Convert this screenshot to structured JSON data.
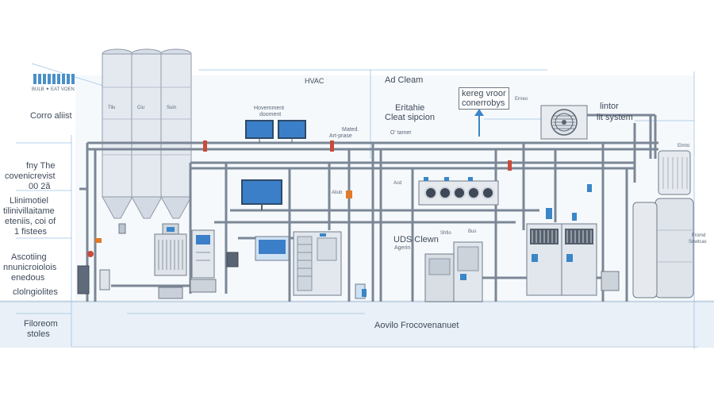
{
  "legend_logo": {
    "caption": "BULB ✦ EAT VOEN",
    "bar_color": "#4a90c8"
  },
  "left_labels": {
    "core": "Corro aliist",
    "fny_line1": "fny The",
    "fny_line2": "covenicrevist",
    "fny_line3": "00 2ã",
    "lini_line1": "Llinimotiel",
    "lini_line2": "tilinivillaitame",
    "lini_line3": "eteniis, coi of",
    "lini_line4": "1 fistees",
    "asc_line1": "Ascotiing",
    "asc_line2": "nnunicroiolois",
    "asc_line3": "enedous",
    "clo": "clolngiolites",
    "fil_line1": "Filoreom",
    "fil_line2": "stoles"
  },
  "silo_tags": [
    "Tilu",
    "Ciu",
    "Suin"
  ],
  "top_labels": {
    "hvac": "HVAC",
    "ad_clean": "Ad Cleam",
    "eritahie": "Eritahie",
    "cleat_sipcion": "Cleat sipcion",
    "kereg_line1": "kereg vroor",
    "kereg_line2": "conerrobys",
    "lintor": "lintor",
    "lit_system": "lit system",
    "hovernment_line1": "Hovernment",
    "hovernment_line2": "dooment",
    "mated": "Mated.",
    "art_prase": "Art-prase",
    "o_tamer": "O' tamer",
    "kerry_tag": "Erneo",
    "right_tag": "Elmto"
  },
  "mid_labels": {
    "uds_clean": "UDS Clewn",
    "uds_sub": "Agerin",
    "shift_tag": "Shfio",
    "acd": "Acd",
    "bus_tag": "Bus",
    "alu_tag": "Aliub",
    "fromd_line1": "Fromd",
    "fromd_line2": "Sowtcas"
  },
  "bottom_label": "Aovilo Frocovenanuet",
  "colors": {
    "pipe": "#7b8796",
    "pipe_dark": "#58636f",
    "silo": "#e4e9f0",
    "silo_shade": "#c9d2dd",
    "equipment": "#d9dee5",
    "equipment_dark": "#8a95a3",
    "screen": "#3b7fc8",
    "accent_blue": "#3a86c8",
    "accent_red": "#c94a3a",
    "accent_orange": "#e07a2a",
    "floor": "#eaf1f8",
    "guide": "#9cc3e6"
  }
}
